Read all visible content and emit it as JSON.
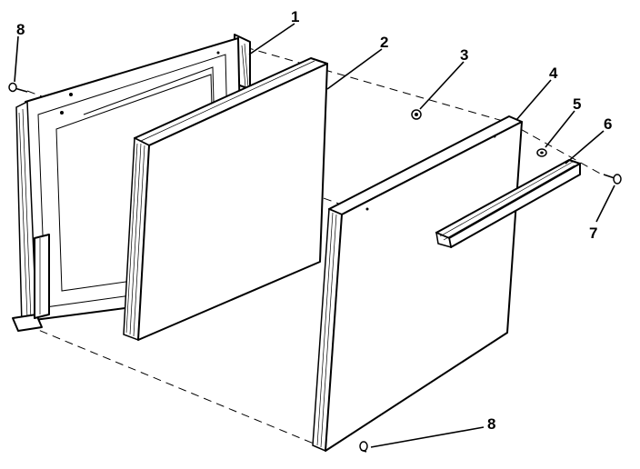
{
  "callouts": {
    "c1": "1",
    "c2": "2",
    "c3": "3",
    "c4": "4",
    "c5": "5",
    "c6": "6",
    "c7": "7",
    "c8_top": "8",
    "c8_bottom": "8"
  },
  "parts": [
    {
      "number": "1",
      "part": "door-liner"
    },
    {
      "number": "2",
      "part": "door-insulation-panel"
    },
    {
      "number": "3",
      "part": "washer"
    },
    {
      "number": "4",
      "part": "outer-door-panel"
    },
    {
      "number": "5",
      "part": "washer"
    },
    {
      "number": "6",
      "part": "door-handle"
    },
    {
      "number": "7",
      "part": "handle-screw"
    },
    {
      "number": "8",
      "part": "screw"
    }
  ]
}
